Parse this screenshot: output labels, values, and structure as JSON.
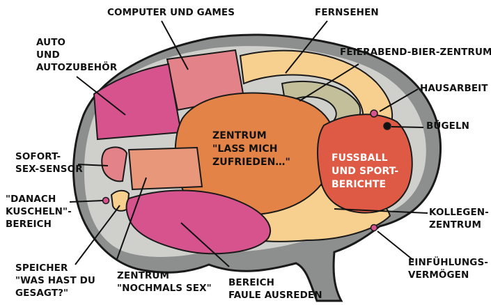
{
  "labels": {
    "computer": "COMPUTER UND GAMES",
    "fernsehen": "FERNSEHEN",
    "auto": [
      "AUTO",
      "UND",
      "AUTOZUBEHÖR"
    ],
    "feierabend": "FEIERABEND-BIER-ZENTRUM",
    "hausarbeit": "HAUSARBEIT",
    "buegeln": "BÜGELN",
    "sofort": [
      "SOFORT-",
      "SEX-SENSOR"
    ],
    "zentrum_lass": [
      "ZENTRUM",
      "\"LASS MICH",
      "ZUFRIEDEN…\""
    ],
    "fussball": [
      "FUSSBALL",
      "UND SPORT-",
      "BERICHTE"
    ],
    "danach": [
      "\"DANACH",
      "KUSCHELN\"-",
      "BEREICH"
    ],
    "kollegen": [
      "KOLLEGEN-",
      "ZENTRUM"
    ],
    "speicher": [
      "SPEICHER",
      "\"WAS HAST DU",
      "GESAGT?\""
    ],
    "nochmals": [
      "ZENTRUM",
      "\"NOCHMALS SEX\""
    ],
    "ausreden": [
      "BEREICH",
      "FAULE AUSREDEN"
    ],
    "einfuehlung": [
      "EINFÜHLUNGS-",
      "VERMÖGEN"
    ]
  },
  "colors": {
    "brain_gray": "#8c8f8e",
    "inner_gray": "#cfd0cc",
    "magenta": "#d6538d",
    "pink": "#e4828a",
    "light_orange": "#f7cf8f",
    "orange_center": "#e48348",
    "red": "#df5a45",
    "salmon": "#e9977a",
    "olive": "#c3bf9a"
  }
}
